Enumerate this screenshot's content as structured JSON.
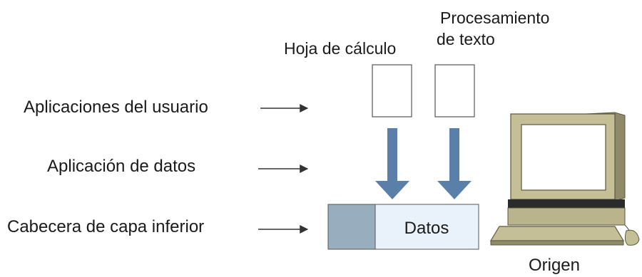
{
  "labels": {
    "user_apps": "Aplicaciones del usuario",
    "data_app": "Aplicación de datos",
    "lower_header": "Cabecera de capa inferior"
  },
  "apps": {
    "spreadsheet": "Hoja de cálculo",
    "word_processing_line1": "Procesamiento",
    "word_processing_line2": "de texto"
  },
  "packet": {
    "data_label": "Datos"
  },
  "computer": {
    "label": "Origen"
  },
  "colors": {
    "arrow_blue": "#5a7fa8",
    "header_block": "#98aebf",
    "data_block": "#e9f2fa",
    "monitor_body": "#b9b48c",
    "monitor_screen": "#ffffff"
  }
}
